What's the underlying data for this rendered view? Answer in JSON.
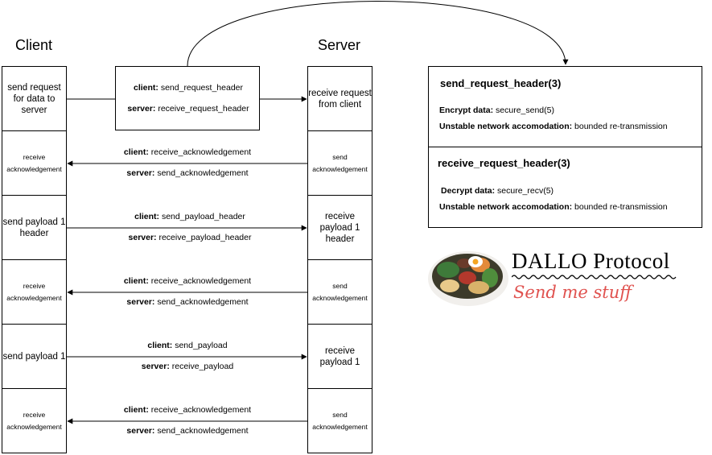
{
  "columns": {
    "client": "Client",
    "server": "Server"
  },
  "client_boxes": [
    "send request for data to server",
    "receive acknowledgement",
    "send payload 1 header",
    "receive acknowledgement",
    "send payload 1",
    "receive acknowledgement"
  ],
  "server_boxes": [
    "receive request from client",
    "send acknowledgement",
    "receive payload 1 header",
    "send acknowledgement",
    "receive payload 1",
    "send acknowledgement"
  ],
  "request_box": {
    "client_key": "client:",
    "client_val": " send_request_header",
    "server_key": "server:",
    "server_val": " receive_request_header"
  },
  "messages": [
    {
      "client_key": "client:",
      "client_val": " receive_acknowledgement",
      "server_key": "server:",
      "server_val": " send_acknowledgement"
    },
    {
      "client_key": "client:",
      "client_val": " send_payload_header",
      "server_key": "server:",
      "server_val": " receive_payload_header"
    },
    {
      "client_key": "client:",
      "client_val": " receive_acknowledgement",
      "server_key": "server:",
      "server_val": " send_acknowledgement"
    },
    {
      "client_key": "client:",
      "client_val": " send_payload",
      "server_key": "server:",
      "server_val": " receive_payload"
    },
    {
      "client_key": "client:",
      "client_val": " receive_acknowledgement",
      "server_key": "server:",
      "server_val": " send_acknowledgement"
    }
  ],
  "info_panel": {
    "send": {
      "title": "send_request_header(3)",
      "line1_key": "Encrypt data:",
      "line1_val": " secure_send(5)",
      "line2_key": "Unstable network accomodation:",
      "line2_val": " bounded re-transmission"
    },
    "receive": {
      "title": "receive_request_header(3)",
      "line1_key": "Decrypt data:",
      "line1_val": " secure_recv(5)",
      "line2_key": "Unstable network accomodation:",
      "line2_val": " bounded re-transmission"
    }
  },
  "brand": {
    "title": "DALLO Protocol",
    "tagline": "Send me stuff"
  },
  "colors": {
    "line": "#000000",
    "tagline": "#e0524f"
  }
}
